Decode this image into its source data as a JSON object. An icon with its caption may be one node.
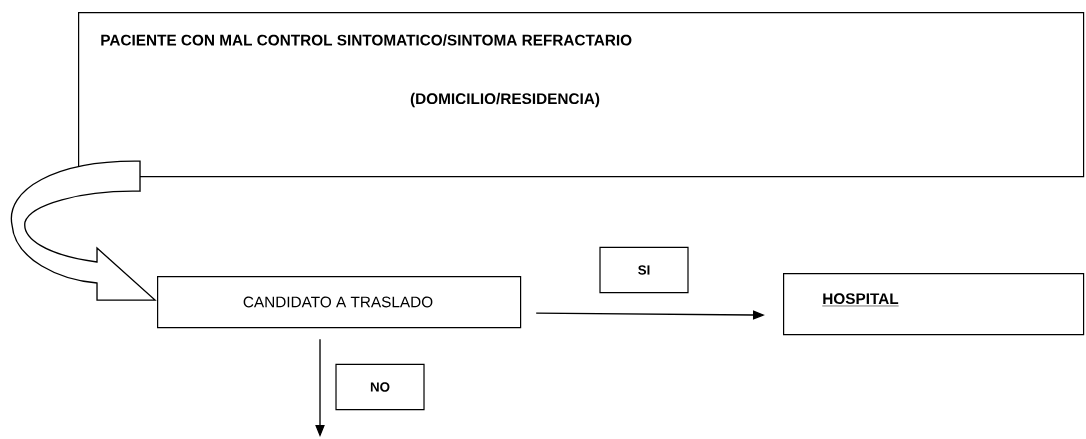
{
  "diagram": {
    "nodes": [
      {
        "text": [
          "PACIENTE CON MAL CONTROL SINTOMATICO/SINTOMA REFRACTARIO",
          "(DOMICILIO/RESIDENCIA)"
        ]
      },
      {
        "text": [
          "CANDIDATO A TRASLADO"
        ]
      },
      {
        "text": [
          "HOSPITAL"
        ]
      }
    ],
    "edges": [
      {
        "from": 0,
        "to": 1,
        "arrow": "to"
      },
      {
        "from": 1,
        "to": 2,
        "arrow": "to",
        "label": "SI"
      },
      {
        "from": 1,
        "to": null,
        "arrow": "to",
        "label": "NO"
      }
    ]
  }
}
